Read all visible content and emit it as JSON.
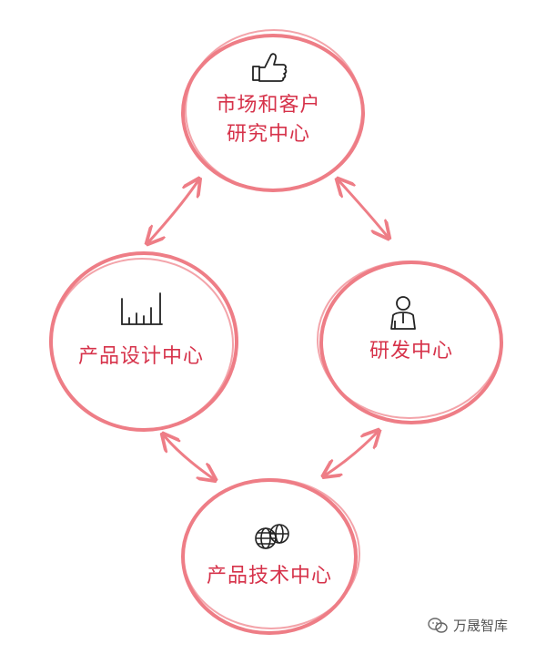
{
  "colors": {
    "ring": "#ee7d86",
    "label": "#d6324a",
    "arrow": "#ee7d86",
    "icon": "#222222"
  },
  "nodes": {
    "market": {
      "line1": "市场和客户",
      "line2": "研究中心",
      "icon": "thumbs-up-icon"
    },
    "design": {
      "label": "产品设计中心",
      "icon": "bar-chart-icon"
    },
    "rnd": {
      "label": "研发中心",
      "icon": "person-icon"
    },
    "tech": {
      "label": "产品技术中心",
      "icon": "globe-icon"
    }
  },
  "watermark": {
    "text": "万晟智库",
    "icon": "wechat-icon"
  }
}
